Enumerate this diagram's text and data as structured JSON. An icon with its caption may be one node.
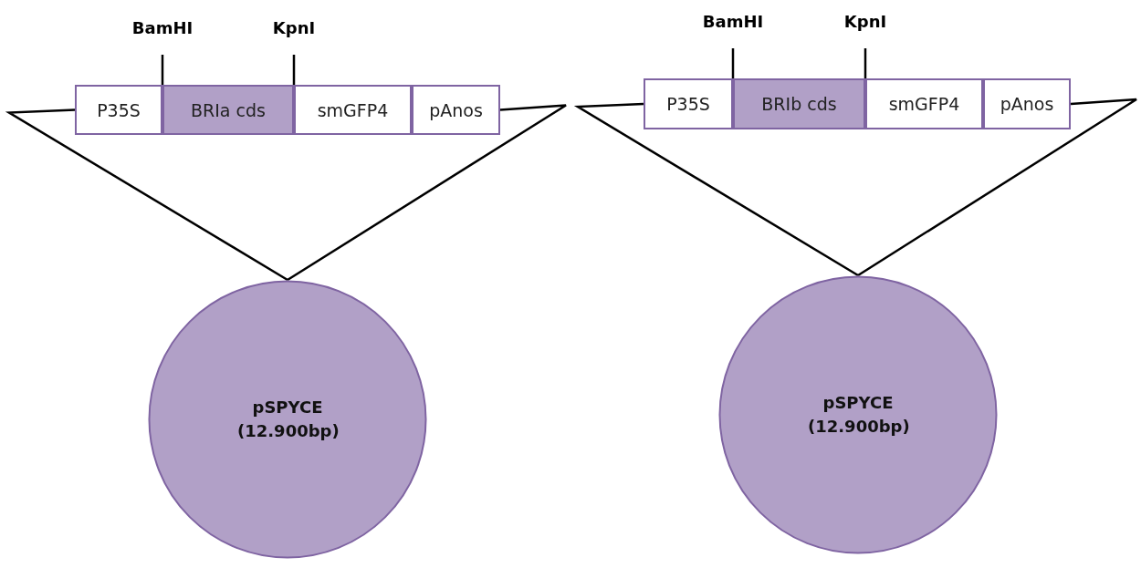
{
  "diagram": {
    "nodes": [
      {
        "text": [],
        "shape": "bar"
      },
      {
        "text": [
          "P35S"
        ],
        "in": 0
      },
      {
        "text": [
          "BRIa cds"
        ],
        "in": 0
      },
      {
        "text": [
          "smGFP4"
        ],
        "in": 0
      },
      {
        "text": [
          "pAnos"
        ],
        "in": 0
      },
      {
        "text": [
          "BamHI"
        ]
      },
      {
        "text": [
          "KpnI"
        ]
      },
      {
        "text": [
          "pSPYCE (12.900bp)"
        ]
      },
      {
        "text": [],
        "shape": "bar"
      },
      {
        "text": [
          "P35S"
        ],
        "in": 8
      },
      {
        "text": [
          "BRIb cds"
        ],
        "in": 8
      },
      {
        "text": [
          "smGFP4"
        ],
        "in": 8
      },
      {
        "text": [
          "pAnos"
        ],
        "in": 8
      },
      {
        "text": [
          "BamHI"
        ]
      },
      {
        "text": [
          "KpnI"
        ]
      },
      {
        "text": [
          "pSPYCE (12.900bp)"
        ]
      }
    ],
    "edges": [
      {
        "from": 5,
        "to": 1,
        "arrow": "none"
      },
      {
        "from": 6,
        "to": 2,
        "arrow": "none"
      },
      {
        "from": 0,
        "to": 7,
        "arrow": "none"
      },
      {
        "from": 0,
        "to": 7,
        "arrow": "none"
      },
      {
        "from": 13,
        "to": 9,
        "arrow": "none"
      },
      {
        "from": 14,
        "to": 10,
        "arrow": "none"
      },
      {
        "from": 8,
        "to": 15,
        "arrow": "none"
      },
      {
        "from": 8,
        "to": 15,
        "arrow": "none"
      }
    ]
  }
}
